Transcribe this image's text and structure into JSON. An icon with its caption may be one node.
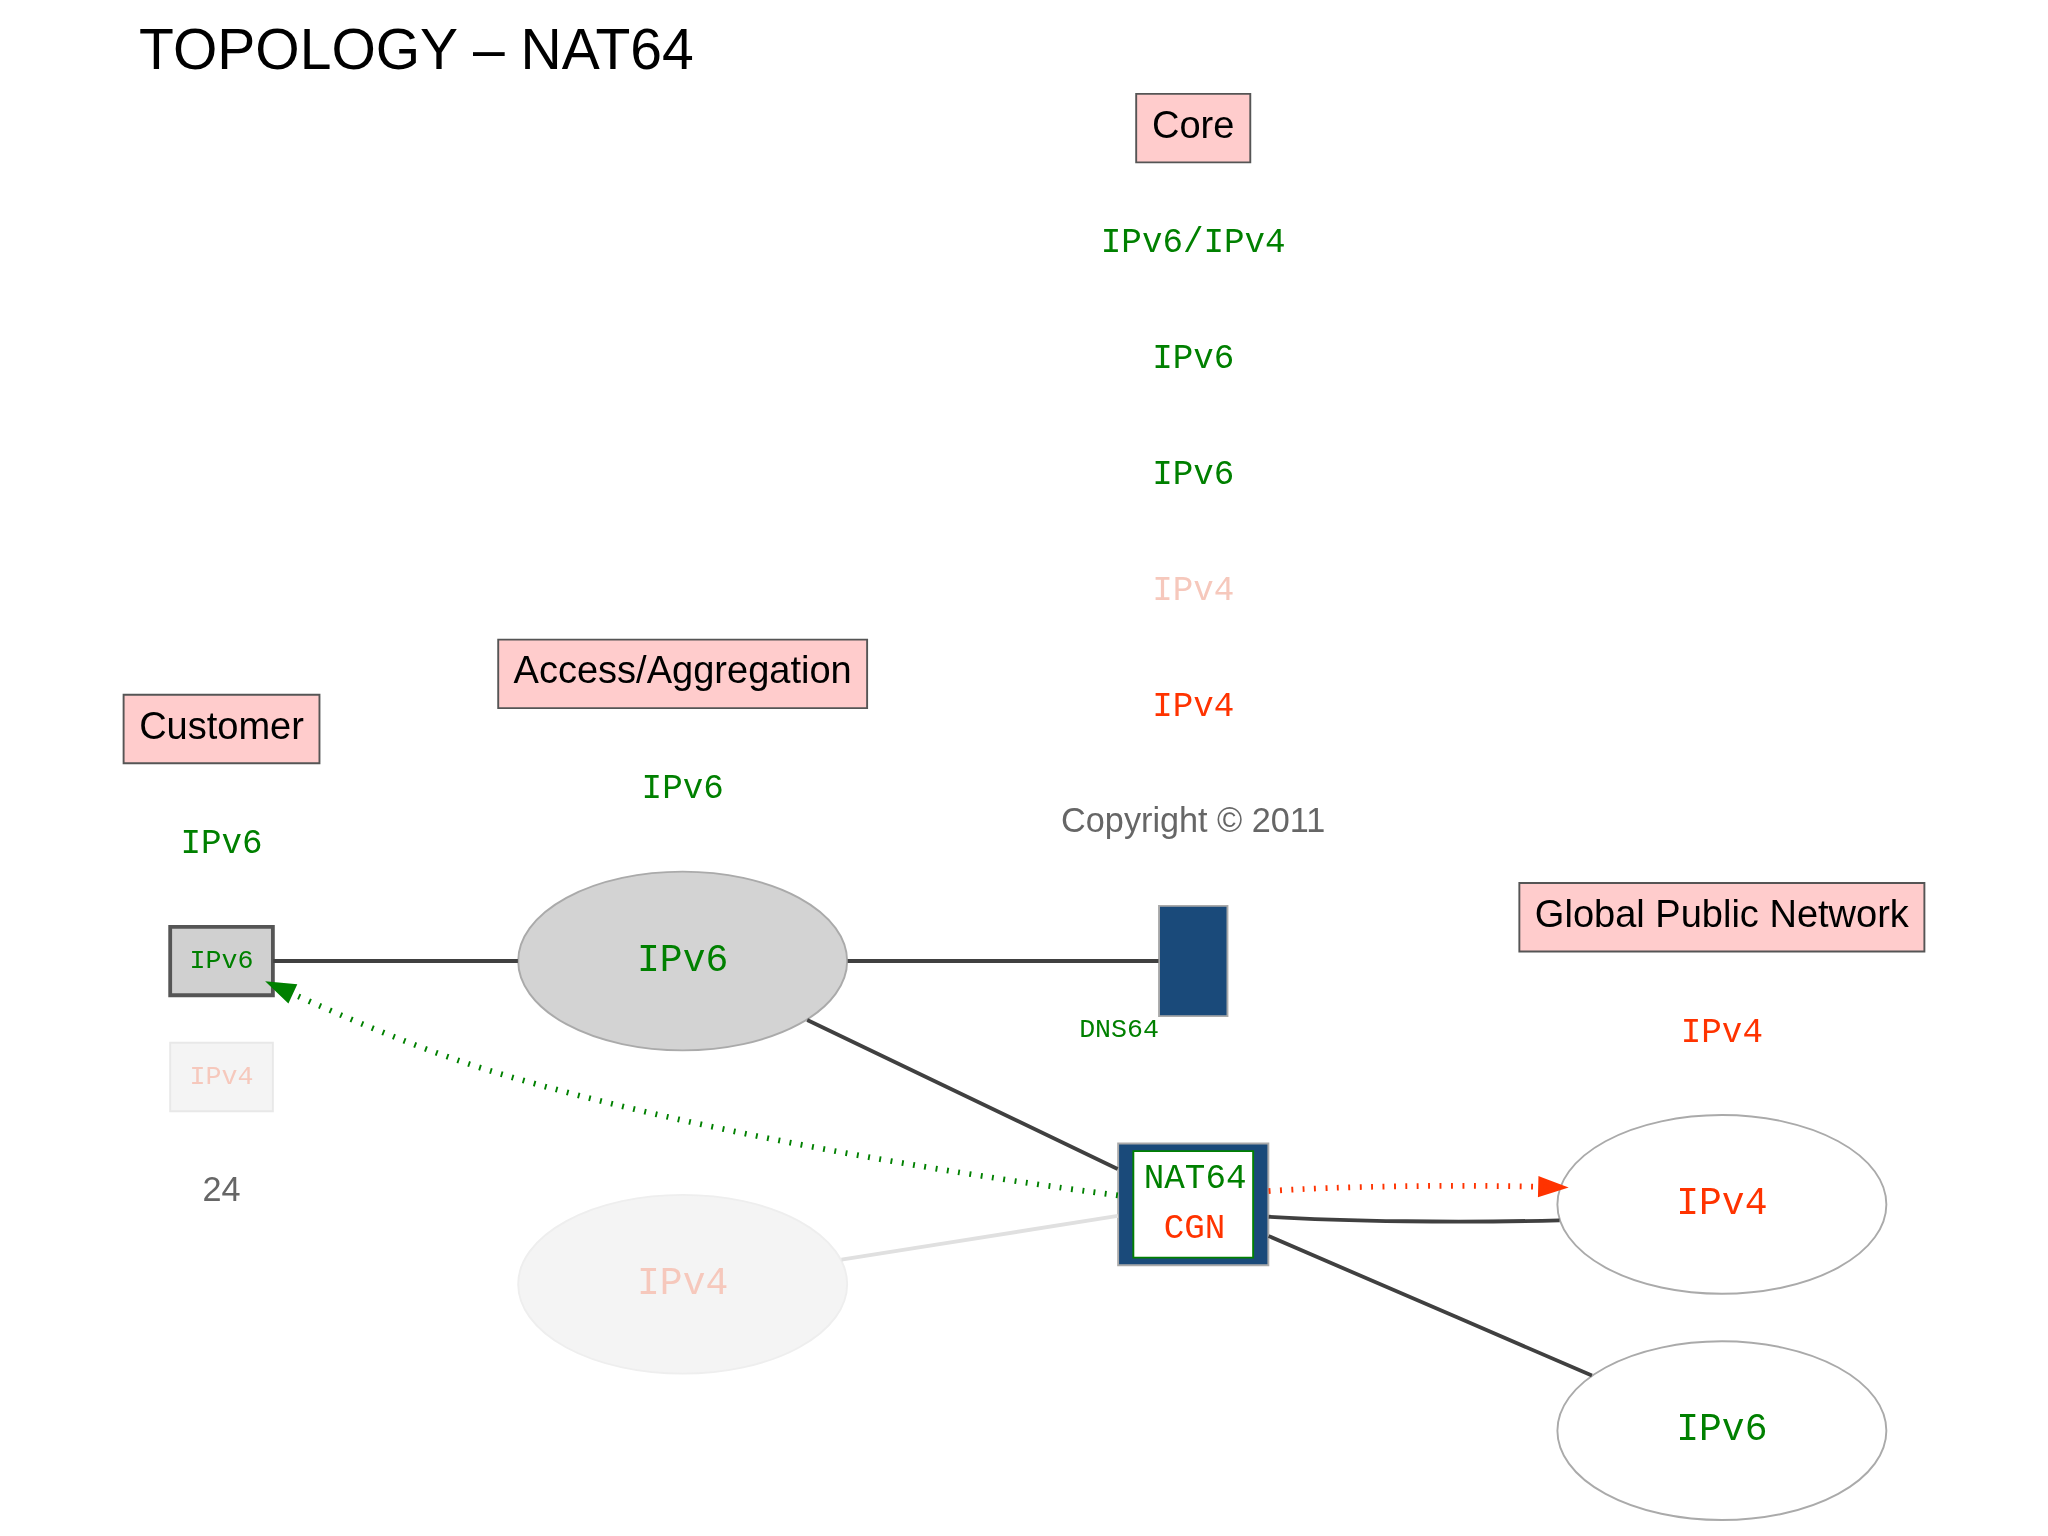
{
  "diagram": {
    "title": "TOPOLOGY – NAT64",
    "nodes": [
      {
        "text": [
          "Customer"
        ]
      },
      {
        "text": [
          "Access/Aggregation"
        ]
      },
      {
        "text": [
          "Core"
        ]
      },
      {
        "text": [
          "Global Public Network"
        ]
      },
      {
        "text": [
          "IPv6"
        ]
      },
      {
        "text": [
          "IPv6"
        ]
      },
      {
        "text": [],
        "shape": "box",
        "beside": [
          "DNS64"
        ]
      },
      {
        "text": [
          "NAT64",
          "CGN"
        ]
      },
      {
        "text": [
          "IPv6"
        ]
      },
      {
        "text": [
          "IPv4"
        ]
      },
      {
        "text": [
          "IPv4"
        ]
      },
      {
        "text": [
          "IPv4"
        ]
      }
    ],
    "edges": [
      {
        "from": 4,
        "to": 5,
        "arrow": "none"
      },
      {
        "from": 5,
        "to": 6,
        "arrow": "none"
      },
      {
        "from": 5,
        "to": 7,
        "arrow": "none"
      },
      {
        "from": 7,
        "to": 8,
        "arrow": "none"
      },
      {
        "from": 7,
        "to": 9,
        "arrow": "none"
      },
      {
        "from": 11,
        "to": 7,
        "arrow": "none",
        "color": "#e0e0e0"
      },
      {
        "from": 7,
        "to": 4,
        "arrow": "to",
        "style": "dashed",
        "color": "#008000"
      },
      {
        "from": 7,
        "to": 9,
        "arrow": "to",
        "style": "dashed",
        "color": "#ff3300"
      }
    ],
    "labels": [
      "IPv6",
      "IPv6",
      "IPv6/IPv4",
      "IPv4",
      "IPv6",
      "IPv6",
      "IPv4",
      "IPv4",
      "24",
      "Copyright © 2011"
    ]
  }
}
